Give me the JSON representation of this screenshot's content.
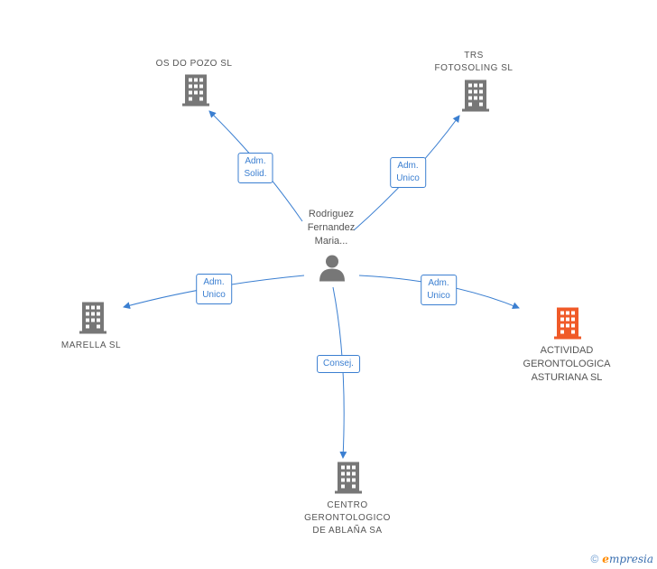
{
  "center": {
    "label_lines": [
      "Rodriguez",
      "Fernandez",
      "Maria..."
    ]
  },
  "companies": {
    "os_do_pozo": {
      "label_lines": [
        "OS DO POZO SL"
      ]
    },
    "trs": {
      "label_lines": [
        "TRS",
        "FOTOSOLING SL"
      ]
    },
    "marella": {
      "label_lines": [
        "MARELLA  SL"
      ]
    },
    "actividad": {
      "label_lines": [
        "ACTIVIDAD",
        "GERONTOLOGICA",
        "ASTURIANA SL"
      ]
    },
    "centro": {
      "label_lines": [
        "CENTRO",
        "GERONTOLOGICO",
        "DE ABLAÑA SA"
      ]
    }
  },
  "edges": {
    "os_do_pozo": {
      "label_lines": [
        "Adm.",
        "Solid."
      ]
    },
    "trs": {
      "label_lines": [
        "Adm.",
        "Unico"
      ]
    },
    "marella": {
      "label_lines": [
        "Adm.",
        "Unico"
      ]
    },
    "actividad": {
      "label_lines": [
        "Adm.",
        "Unico"
      ]
    },
    "centro": {
      "label_lines": [
        "Consej."
      ]
    }
  },
  "colors": {
    "edge": "#3b7fd1",
    "building": "#777777",
    "building_highlight": "#f05a28",
    "person": "#777777"
  },
  "footer": {
    "copyright": "©",
    "brand_e": "e",
    "brand_rest": "mpresia"
  }
}
